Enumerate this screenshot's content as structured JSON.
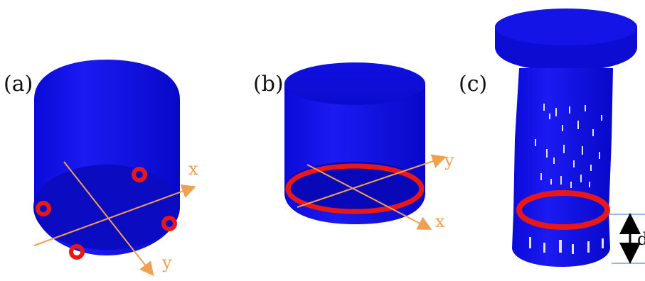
{
  "panels": [
    {
      "id": "a",
      "label": "(a)",
      "axes": [
        "x",
        "y"
      ]
    },
    {
      "id": "b",
      "label": "(b)",
      "axes": [
        "y",
        "x"
      ]
    },
    {
      "id": "c",
      "label": "(c)",
      "dim_label": "d"
    }
  ],
  "colors": {
    "body": "#0a0ae0",
    "body_dark": "#0606a8",
    "marker": "#e81818",
    "axis": "#f0a050",
    "dim_line": "#5a8fd6",
    "dim_arrow": "#000000"
  }
}
